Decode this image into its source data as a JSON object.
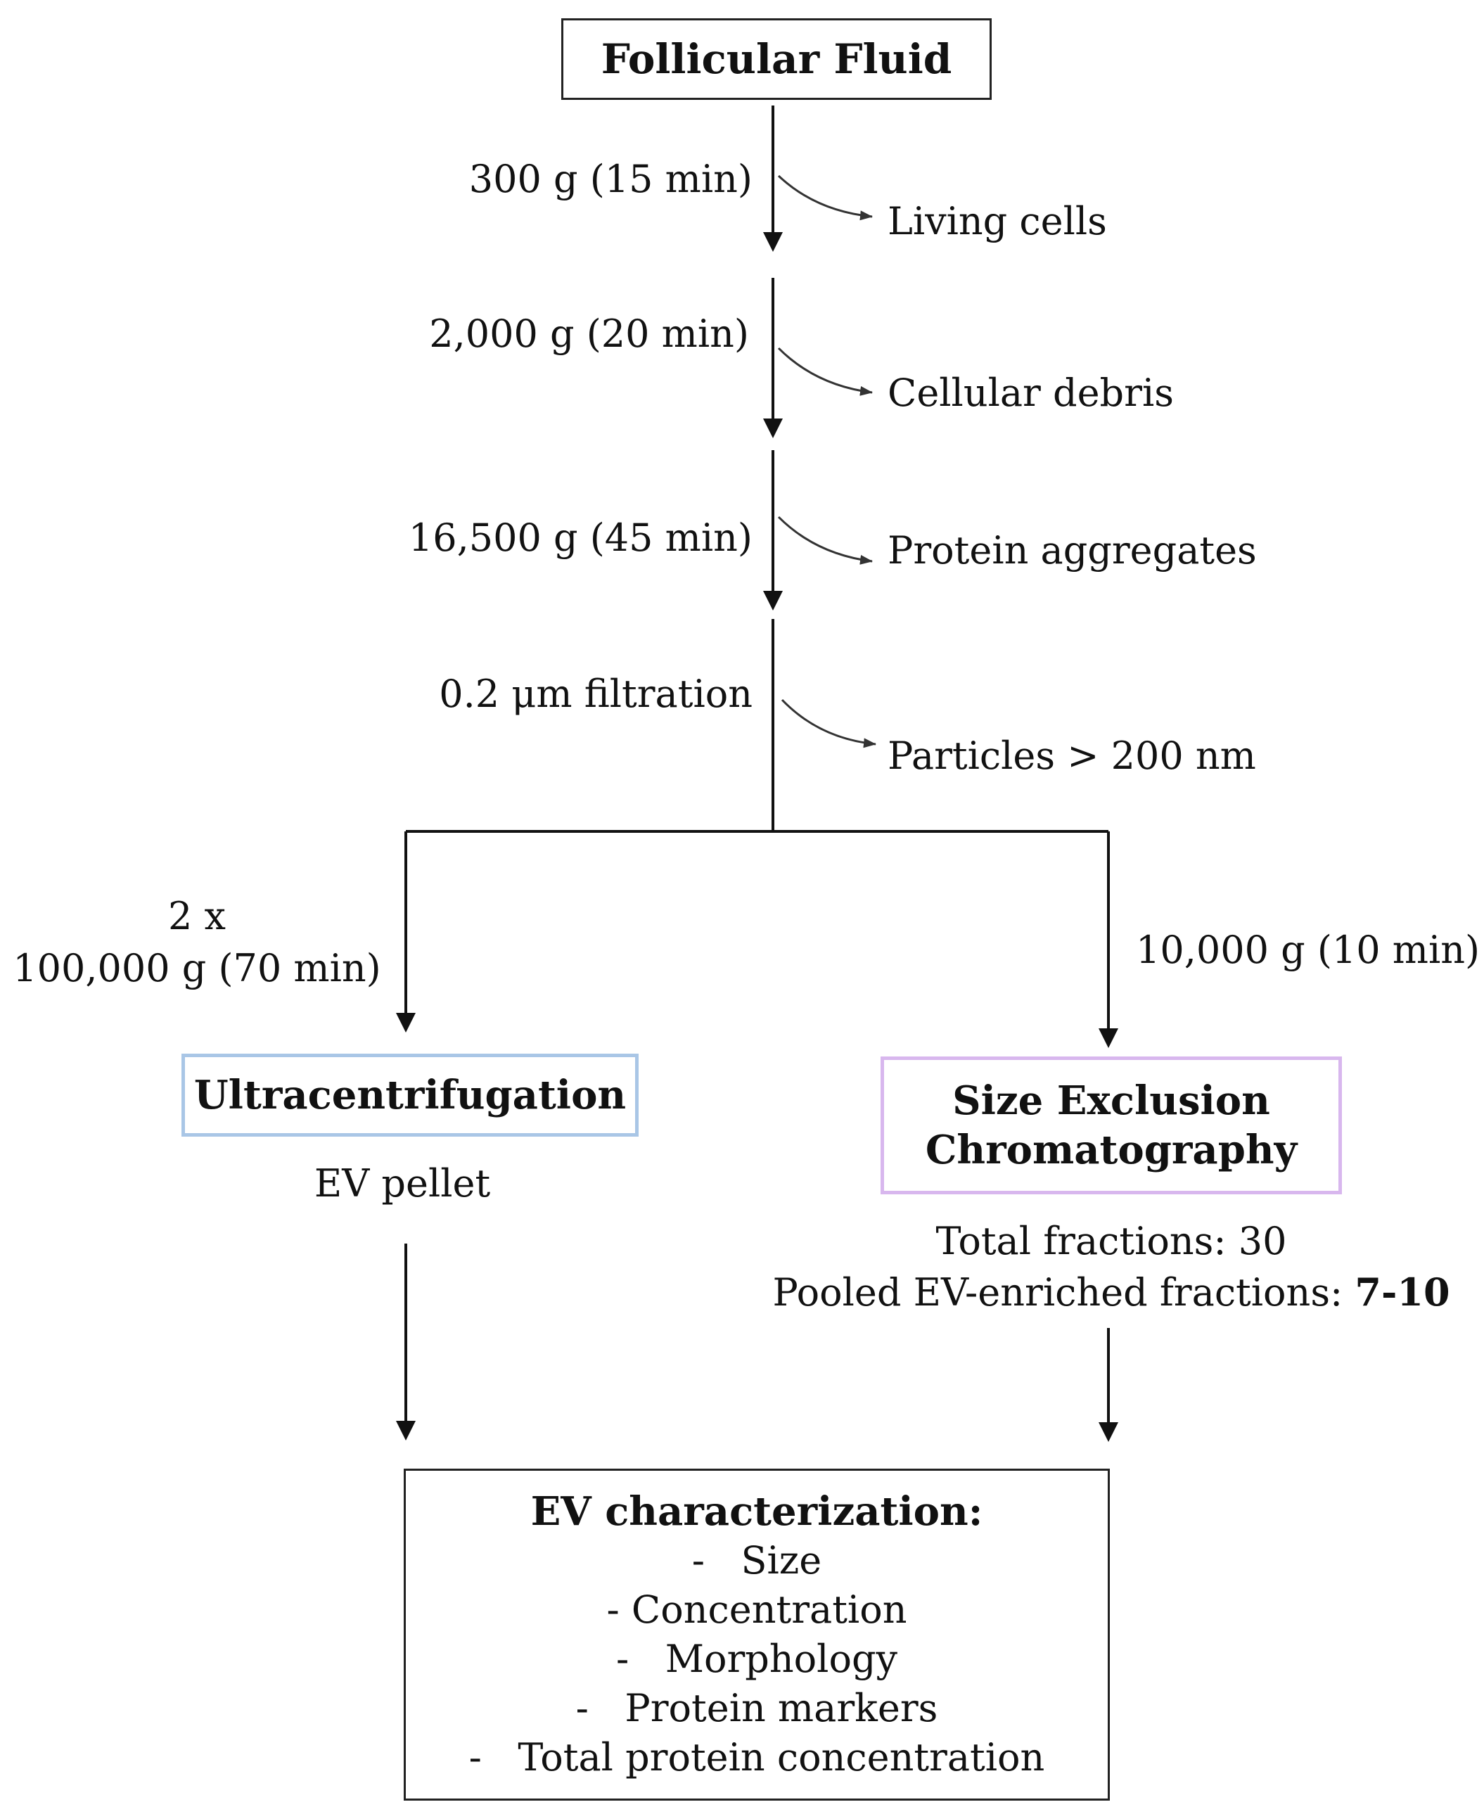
{
  "title_box": {
    "label": "Follicular Fluid"
  },
  "steps": [
    {
      "condition": "300 g (15 min)",
      "removed": "Living cells"
    },
    {
      "condition": "2,000 g (20 min)",
      "removed": "Cellular debris"
    },
    {
      "condition": "16,500 g (45 min)",
      "removed": "Protein aggregates"
    },
    {
      "condition": "0.2 μm filtration",
      "removed": "Particles > 200 nm"
    }
  ],
  "branches": {
    "left": {
      "condition_line1": "2 x",
      "condition_line2": "100,000 g (70 min)",
      "method": "Ultracentrifugation",
      "method_color": "#a9c6e6",
      "output": "EV pellet"
    },
    "right": {
      "condition": "10,000 g (10 min)",
      "method_line1": "Size Exclusion",
      "method_line2": "Chromatography",
      "method_color": "#d8b7ee",
      "output_line1": "Total fractions: 30",
      "output_line2_prefix": "Pooled EV-enriched fractions: ",
      "output_line2_bold": "7-10"
    }
  },
  "characterization": {
    "heading": "EV characterization:",
    "items": [
      "-   Size",
      "- Concentration",
      "-   Morphology",
      "-   Protein markers",
      "-   Total protein concentration"
    ]
  }
}
